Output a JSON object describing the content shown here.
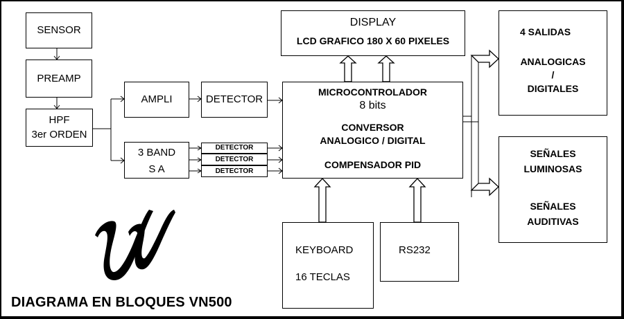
{
  "blocks": {
    "sensor": "SENSOR",
    "preamp": "PREAMP",
    "hpf": {
      "line1": "HPF",
      "line2": "3er ORDEN"
    },
    "ampli": "AMPLI",
    "detector_main": "DETECTOR",
    "band": {
      "line1": "3 BAND",
      "line2": "S A"
    },
    "detectors_small": [
      "DETECTOR",
      "DETECTOR",
      "DETECTOR"
    ],
    "display": {
      "line1": "DISPLAY",
      "line2": "LCD GRAFICO 180 X 60 PIXELES"
    },
    "micro": {
      "line1": "MICROCONTROLADOR",
      "line2": "8 bits",
      "line3": "CONVERSOR",
      "line4": "ANALOGICO / DIGITAL",
      "line5": "COMPENSADOR PID"
    },
    "outputs": {
      "line1": "4  SALIDAS",
      "line2": "ANALOGICAS",
      "line3": "/",
      "line4": "DIGITALES"
    },
    "signals": {
      "line1": "SEÑALES",
      "line2": "LUMINOSAS",
      "line3": "SEÑALES",
      "line4": "AUDITIVAS"
    },
    "keyboard": {
      "line1": "KEYBOARD",
      "line2": "16 TECLAS"
    },
    "rs232": "RS232"
  },
  "logo_text": "VN",
  "caption": "DIAGRAMA EN BLOQUES VN500"
}
